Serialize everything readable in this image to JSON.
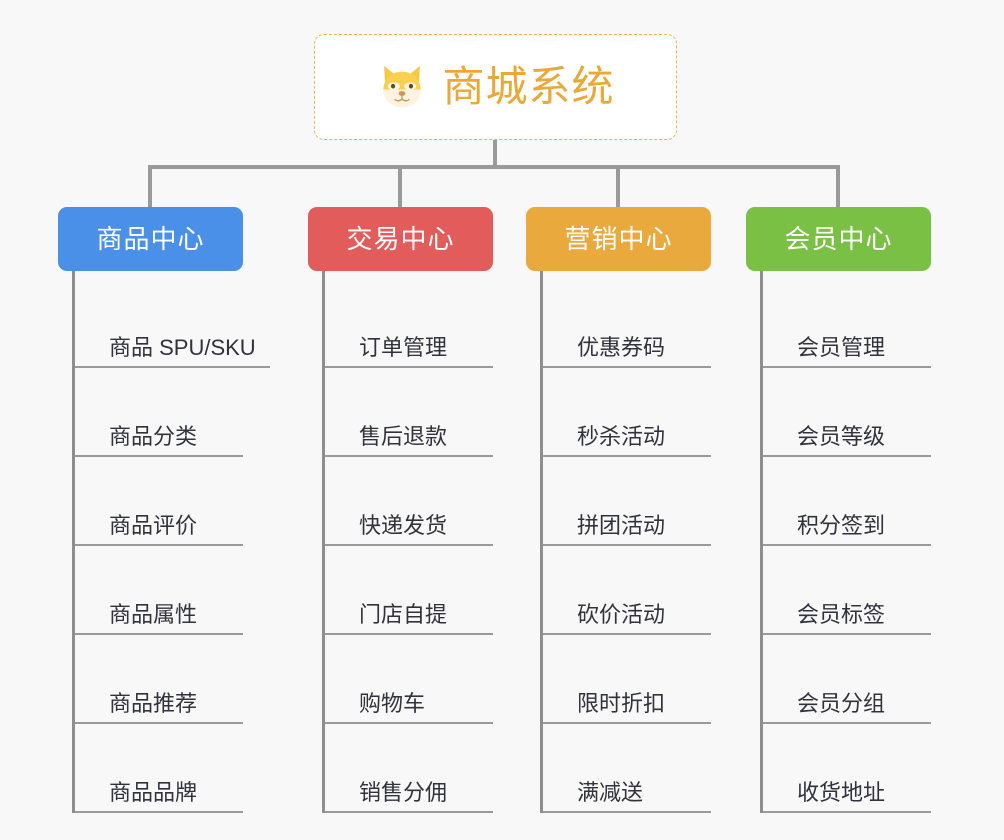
{
  "background_color": "#f8f8f8",
  "root": {
    "icon": "shiba-dog-face-emoji",
    "title": "商城系统",
    "title_color": "#e8a93a",
    "border_color": "#edb354"
  },
  "connector_color": "#9a9a9a",
  "branches": [
    {
      "label": "商品中心",
      "color": "#4a90e8",
      "items": [
        "商品 SPU/SKU",
        "商品分类",
        "商品评价",
        "商品属性",
        "商品推荐",
        "商品品牌"
      ]
    },
    {
      "label": "交易中心",
      "color": "#e25c5c",
      "items": [
        "订单管理",
        "售后退款",
        "快递发货",
        "门店自提",
        "购物车",
        "销售分佣"
      ]
    },
    {
      "label": "营销中心",
      "color": "#eaa93c",
      "items": [
        "优惠券码",
        "秒杀活动",
        "拼团活动",
        "砍价活动",
        "限时折扣",
        "满减送"
      ]
    },
    {
      "label": "会员中心",
      "color": "#79c044",
      "items": [
        "会员管理",
        "会员等级",
        "积分签到",
        "会员标签",
        "会员分组",
        "收货地址"
      ]
    }
  ]
}
